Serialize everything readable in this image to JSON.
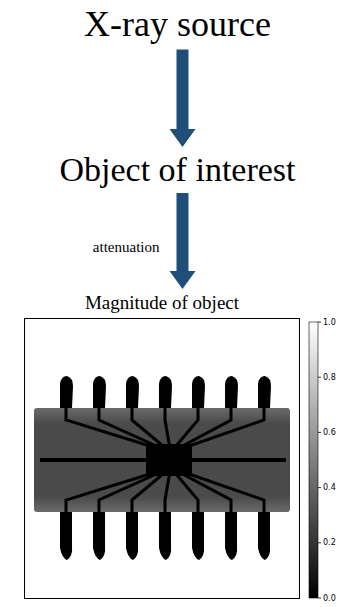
{
  "diagram": {
    "nodes": [
      {
        "text": [
          "X-ray source"
        ]
      },
      {
        "text": [
          "Object of interest"
        ]
      },
      {
        "text": [
          "Magnitude of object"
        ]
      }
    ],
    "edges": [
      {
        "from": 0,
        "to": 1,
        "arrow": "to"
      },
      {
        "from": 1,
        "to": 2,
        "label": "attenuation",
        "arrow": "to"
      }
    ],
    "labels": [
      "1.0",
      "0.8",
      "0.6",
      "0.4",
      "0.2",
      "0.0"
    ]
  }
}
